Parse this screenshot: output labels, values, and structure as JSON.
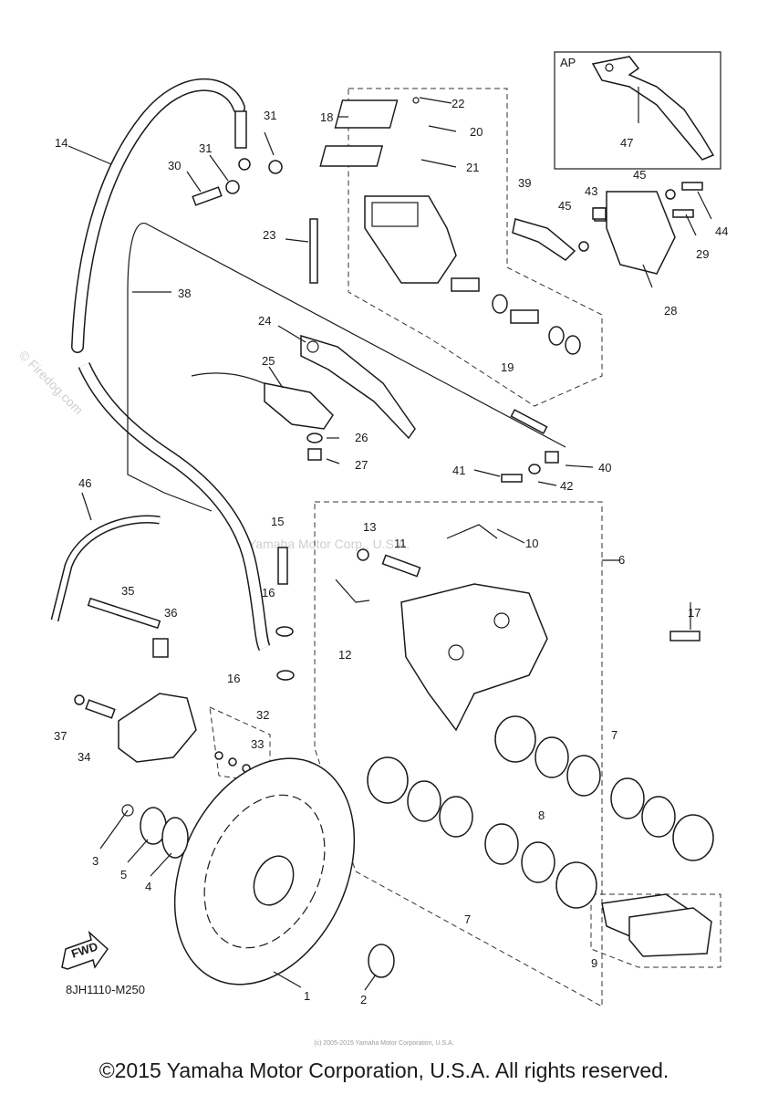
{
  "diagram_code": "8JH1110-M250",
  "fwd_label": "FWD",
  "ap_label": "AP",
  "center_watermark": "Yamaha Motor Corp., U.S.A.",
  "side_watermark": "© Firedog.com",
  "fine_print": "(c) 2005-2015 Yamaha Motor Corporation, U.S.A.",
  "copyright": "©2015 Yamaha Motor Corporation, U.S.A. All rights reserved.",
  "part_numbers": {
    "p1": "1",
    "p2": "2",
    "p3": "3",
    "p4": "4",
    "p5": "5",
    "p6": "6",
    "p7a": "7",
    "p7b": "7",
    "p8": "8",
    "p9": "9",
    "p10": "10",
    "p11": "11",
    "p12": "12",
    "p13": "13",
    "p14": "14",
    "p15": "15",
    "p16a": "16",
    "p16b": "16",
    "p17": "17",
    "p18": "18",
    "p19": "19",
    "p20": "20",
    "p21": "21",
    "p22": "22",
    "p23": "23",
    "p24": "24",
    "p25": "25",
    "p26": "26",
    "p27": "27",
    "p28": "28",
    "p29": "29",
    "p30": "30",
    "p31a": "31",
    "p31b": "31",
    "p32": "32",
    "p33": "33",
    "p34": "34",
    "p35": "35",
    "p36": "36",
    "p37": "37",
    "p38": "38",
    "p39": "39",
    "p40": "40",
    "p41": "41",
    "p42": "42",
    "p43": "43",
    "p44": "44",
    "p45a": "45",
    "p45b": "45",
    "p46": "46",
    "p47": "47"
  }
}
